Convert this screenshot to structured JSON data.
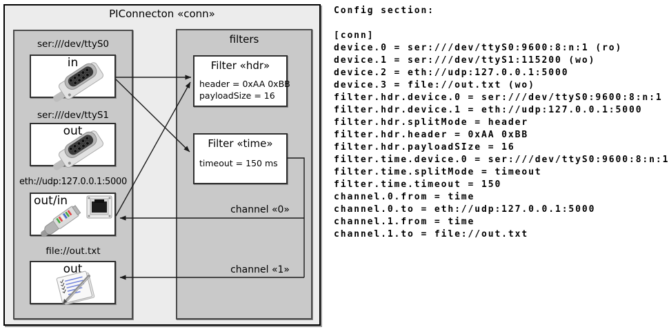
{
  "diagram": {
    "title": "PIConnecton «conn»",
    "devices_panel": {
      "devices": [
        {
          "label": "ser:///dev/ttyS0",
          "port": "in",
          "icon": "serial-db9-icon"
        },
        {
          "label": "ser:///dev/ttyS1",
          "port": "out",
          "icon": "serial-db9-icon"
        },
        {
          "label": "eth://udp:127.0.0.1:5000",
          "port": "out/in",
          "icon": "ethernet-plug-icon"
        },
        {
          "label": "file://out.txt",
          "port": "out",
          "icon": "notepad-pen-icon"
        }
      ]
    },
    "filters_panel": {
      "title": "filters",
      "filters": [
        {
          "title": "Filter «hdr»",
          "params": [
            "header = 0xAA 0xBB",
            "payloadSize = 16"
          ]
        },
        {
          "title": "Filter «time»",
          "params": [
            "timeout = 150 ms"
          ]
        }
      ]
    },
    "channels": [
      {
        "label": "channel «0»"
      },
      {
        "label": "channel «1»"
      }
    ]
  },
  "config": {
    "heading": "Config section:",
    "lines": [
      "[conn]",
      "device.0 = ser:///dev/ttyS0:9600:8:n:1 (ro)",
      "device.1 = ser:///dev/ttyS1:115200 (wo)",
      "device.2 = eth://udp:127.0.0.1:5000",
      "device.3 = file://out.txt (wo)",
      "filter.hdr.device.0 = ser:///dev/ttyS0:9600:8:n:1",
      "filter.hdr.device.1 = eth://udp:127.0.0.1:5000",
      "filter.hdr.splitMode = header",
      "filter.hdr.header = 0xAA 0xBB",
      "filter.hdr.payloadSIze = 16",
      "filter.time.device.0 = ser:///dev/ttyS0:9600:8:n:1",
      "filter.time.splitMode = timeout",
      "filter.time.timeout = 150",
      "channel.0.from = time",
      "channel.0.to = eth://udp:127.0.0.1:5000",
      "channel.1.from = time",
      "channel.1.to = file://out.txt"
    ]
  },
  "colors": {
    "outer_bg": "#ececec",
    "panel_bg": "#c9c9c9",
    "box_bg": "#ffffff",
    "line": "#1a1a1a"
  }
}
